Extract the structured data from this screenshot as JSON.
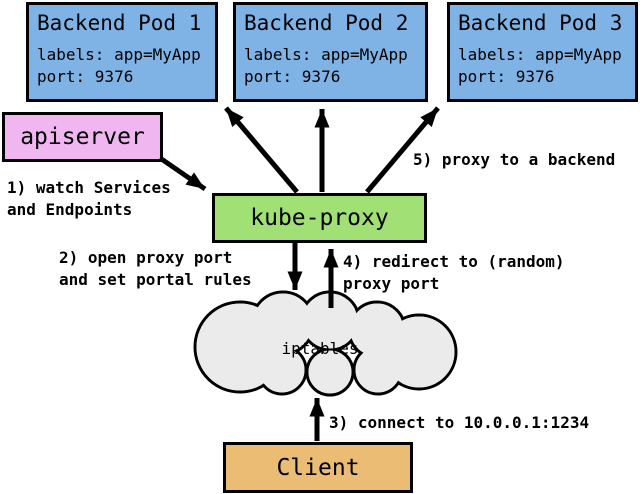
{
  "colors": {
    "pod_fill": "#7fb2e5",
    "apiserver_fill": "#f0b6f0",
    "kube_proxy_fill": "#a0e075",
    "client_fill": "#ebbc74",
    "cloud_fill": "#ebebeb",
    "outline": "#000000",
    "arrow": "#000000",
    "background": "#ffffff",
    "text": "#000000"
  },
  "nodes": {
    "pods": [
      {
        "title": "Backend Pod 1",
        "labels_line": "labels: app=MyApp",
        "port_line": "port: 9376"
      },
      {
        "title": "Backend Pod 2",
        "labels_line": "labels: app=MyApp",
        "port_line": "port: 9376"
      },
      {
        "title": "Backend Pod 3",
        "labels_line": "labels: app=MyApp",
        "port_line": "port: 9376"
      }
    ],
    "apiserver": {
      "label": "apiserver"
    },
    "kube_proxy": {
      "label": "kube-proxy"
    },
    "iptables": {
      "label": "iptables"
    },
    "client": {
      "label": "Client"
    }
  },
  "annotations": {
    "step1": "1) watch Services\nand Endpoints",
    "step2": "2) open proxy port\nand set portal rules",
    "step3": "3) connect to 10.0.0.1:1234",
    "step4": "4) redirect to (random)\nproxy port",
    "step5": "5) proxy to a backend"
  }
}
